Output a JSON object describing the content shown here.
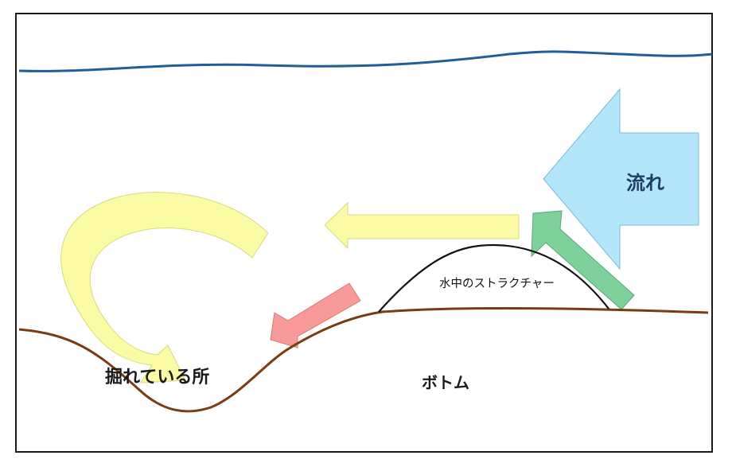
{
  "labels": {
    "flow": "流れ",
    "structure": "水中のストラクチャー",
    "dug_place": "掘れている所",
    "bottom": "ボトム"
  },
  "colors": {
    "water_surface": "#1f5f99",
    "bottom_line": "#7a3c12",
    "flow_arrow": "#b3e5fb",
    "flow_text": "#1f3f66",
    "yellow_arrow": "#fbfba6",
    "green_arrow": "#7fd19b",
    "red_arrow": "#f99a9a",
    "structure_outline": "#111111"
  }
}
